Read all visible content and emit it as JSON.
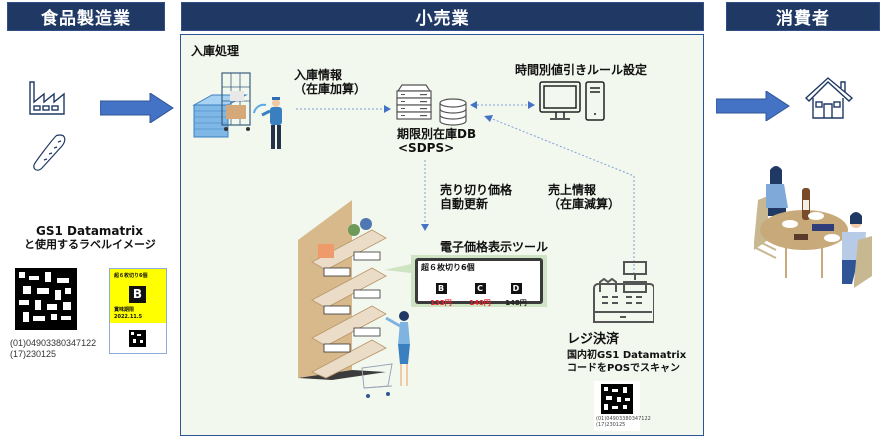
{
  "headers": {
    "manufacturer": "食品製造業",
    "retail": "小売業",
    "consumer": "消費者"
  },
  "manufacturer": {
    "icons": [
      "factory-icon",
      "bread-icon"
    ],
    "label_title_line1": "GS1 Datamatrix",
    "label_title_line2": "と使用するラベルイメージ",
    "gs1_code_line1": "(01)04903380347122",
    "gs1_code_line2": "(17)230125",
    "sticker": {
      "title": "超６枚切り6個",
      "grade": "B",
      "expiry_label": "賞味期限",
      "expiry_date": "2022.11.5",
      "bg_color": "#ffff00"
    }
  },
  "retail": {
    "receiving_title": "入庫処理",
    "receiving_info_line1": "入庫情報",
    "receiving_info_line2": "（在庫加算）",
    "db_line1": "期限別在庫DB",
    "db_line2": "<SDPS>",
    "rule_setting": "時間別値引きルール設定",
    "price_update_line1": "売り切り価格",
    "price_update_line2": "自動更新",
    "sales_info_line1": "売上情報",
    "sales_info_line2": "（在庫減算）",
    "esl_title": "電子価格表示ツール",
    "esl": {
      "product": "超６枚切り6個",
      "items": [
        {
          "grade": "B",
          "price": "133円",
          "color": "#e8202a"
        },
        {
          "grade": "C",
          "price": "140円",
          "color": "#e8202a"
        },
        {
          "grade": "D",
          "price": "148円",
          "color": "#222222"
        }
      ]
    },
    "checkout_title": "レジ決済",
    "checkout_line1": "国内初GS1  Datamatrix",
    "checkout_line2": "コードをPOSでスキャン",
    "pos_code_line1": "(01)04903380347122",
    "pos_code_line2": "(17)230125"
  },
  "consumer": {
    "icons": [
      "house-icon",
      "dining-couple-illustration"
    ]
  },
  "colors": {
    "header_bg": "#1f3864",
    "panel_bg": "#f3f8ef",
    "panel_border": "#2f5597",
    "flow_arrow": "#4472c4",
    "dotted_arrow": "#4472c4"
  }
}
